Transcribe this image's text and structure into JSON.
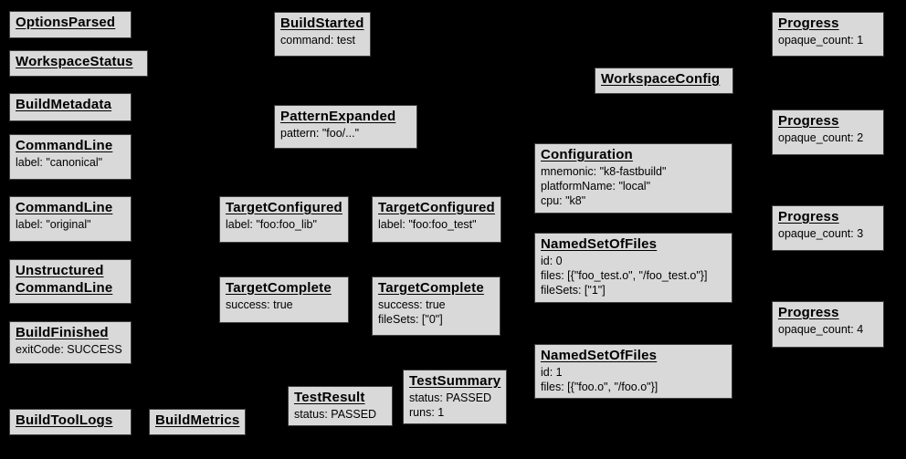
{
  "diagram": {
    "description": "Build event protocol event graph",
    "background_color": "#000000",
    "node_fill_color": "#d9d9d9",
    "node_border_color": "#3f3f3f",
    "node_text_color": "#000000"
  },
  "nodes": [
    {
      "title": "OptionsParsed",
      "lines": []
    },
    {
      "title": "WorkspaceStatus",
      "lines": []
    },
    {
      "title": "BuildMetadata",
      "lines": []
    },
    {
      "title": "CommandLine",
      "lines": [
        "label: \"canonical\""
      ]
    },
    {
      "title": "CommandLine",
      "lines": [
        "label: \"original\""
      ]
    },
    {
      "title": "Unstructured\nCommandLine",
      "lines": []
    },
    {
      "title": "BuildFinished",
      "lines": [
        "exitCode: SUCCESS"
      ]
    },
    {
      "title": "BuildToolLogs",
      "lines": []
    },
    {
      "title": "BuildMetrics",
      "lines": []
    },
    {
      "title": "BuildStarted",
      "lines": [
        "command: test"
      ]
    },
    {
      "title": "PatternExpanded",
      "lines": [
        "pattern: \"foo/...\""
      ]
    },
    {
      "title": "TargetConfigured",
      "lines": [
        "label: \"foo:foo_lib\""
      ]
    },
    {
      "title": "TargetConfigured",
      "lines": [
        "label: \"foo:foo_test\""
      ]
    },
    {
      "title": "TargetComplete",
      "lines": [
        "success: true"
      ]
    },
    {
      "title": "TargetComplete",
      "lines": [
        "success: true",
        "fileSets: [\"0\"]"
      ]
    },
    {
      "title": "TestResult",
      "lines": [
        "status: PASSED"
      ]
    },
    {
      "title": "TestSummary",
      "lines": [
        "status: PASSED",
        "runs: 1"
      ]
    },
    {
      "title": "WorkspaceConfig",
      "lines": []
    },
    {
      "title": "Configuration",
      "lines": [
        "mnemonic: \"k8-fastbuild\"",
        "platformName: \"local\"",
        "cpu: \"k8\""
      ]
    },
    {
      "title": "NamedSetOfFiles",
      "lines": [
        "id: 0",
        "files: [{\"foo_test.o\", \"/foo_test.o\"}]",
        "fileSets: [\"1\"]"
      ]
    },
    {
      "title": "NamedSetOfFiles",
      "lines": [
        "id: 1",
        "files: [{\"foo.o\", \"/foo.o\"}]"
      ]
    },
    {
      "title": "Progress",
      "lines": [
        "opaque_count: 1"
      ]
    },
    {
      "title": "Progress",
      "lines": [
        "opaque_count: 2"
      ]
    },
    {
      "title": "Progress",
      "lines": [
        "opaque_count: 3"
      ]
    },
    {
      "title": "Progress",
      "lines": [
        "opaque_count: 4"
      ]
    }
  ]
}
